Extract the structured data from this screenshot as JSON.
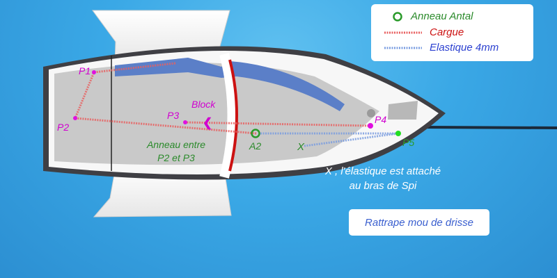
{
  "legend": {
    "ring_label": "Anneau Antal",
    "cargue_label": "Cargue",
    "elastique_label": "Elastique 4mm"
  },
  "points": {
    "p1": "P1",
    "p2": "P2",
    "p3": "P3",
    "p4": "P4",
    "p5": "P5",
    "a2": "A2",
    "x": "X",
    "block": "Block"
  },
  "annotations": {
    "anneau_line1": "Anneau entre",
    "anneau_line2": "P2 et P3",
    "note_line1": "X , l'élastique est attaché",
    "note_line2": "au bras de Spi"
  },
  "button": {
    "label": "Rattrape mou de drisse"
  },
  "colors": {
    "ring": "#2a9a2a",
    "cargue": "#e05050",
    "elastique": "#6a8ed8",
    "points": "#e010e0",
    "green_label": "#2a8a2a",
    "magenta_label": "#d000d0",
    "red_bar": "#cc1111",
    "button_text": "#3a5fcf"
  }
}
